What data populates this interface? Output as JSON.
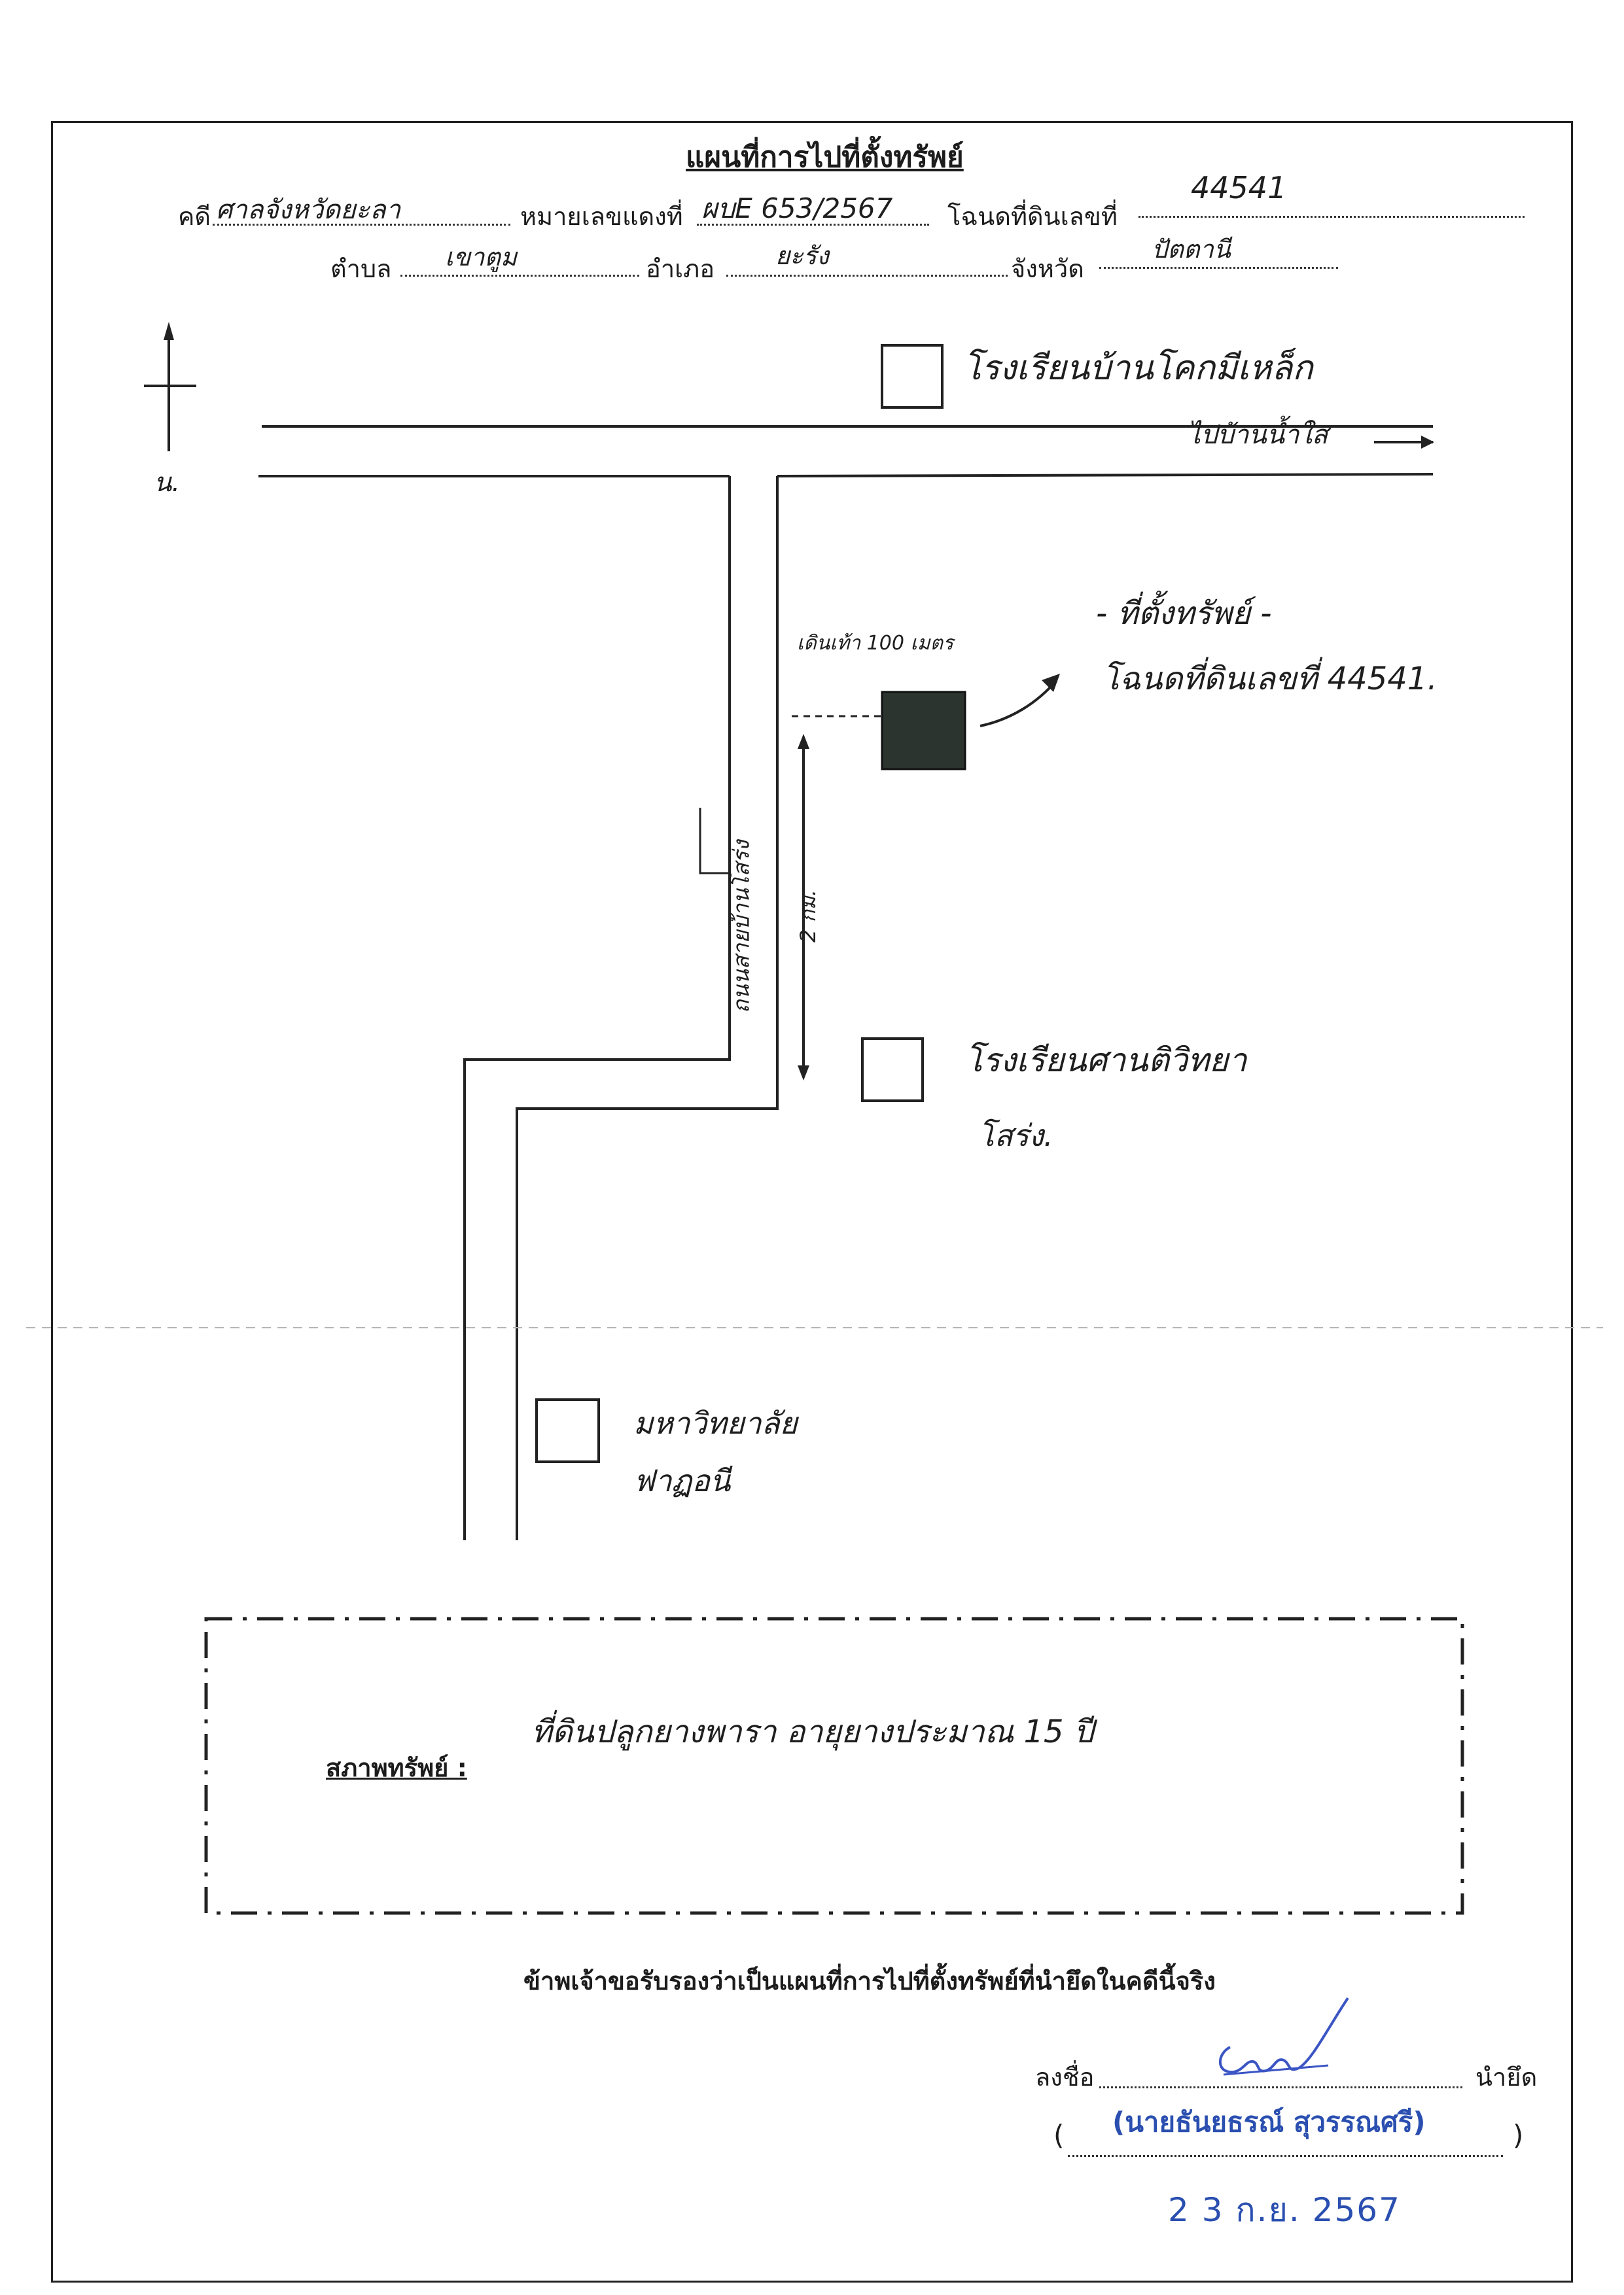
{
  "header": {
    "title": "แผนที่การไปที่ตั้งทรัพย์",
    "case_label": "คดี",
    "case_value": "ศาลจังหวัดยะลา",
    "redno_label": "หมายเลขแดงที่",
    "redno_value": "ผบE 653/2567",
    "deed_label": "โฉนดที่ดินเลขที่",
    "deed_value": "44541",
    "tambon_label": "ตำบล",
    "tambon_value": "เขาตูม",
    "amphoe_label": "อำเภอ",
    "amphoe_value": "ยะรัง",
    "province_label": "จังหวัด",
    "province_value": "ปัตตานี"
  },
  "map": {
    "north_label": "น.",
    "school_top": "โรงเรียนบ้านโคกมีเหล็ก",
    "road_direction": "ไปบ้านน้ำใส",
    "walk_distance": "เดินเท้า 100 เมตร",
    "property_label": "- ที่ตั้งทรัพย์ -",
    "property_deed": "โฉนดที่ดินเลขที่ 44541.",
    "road_name": "ถนนสายบ้านโสร่ง",
    "distance_km": "2 กม.",
    "school_mid_line1": "โรงเรียนศานติวิทยา",
    "school_mid_line2": "โสร่ง.",
    "university_line1": "มหาวิทยาลัย",
    "university_line2": "ฟาฏอนี"
  },
  "condition": {
    "label": "สภาพทรัพย์ :",
    "value": "ที่ดินปลูกยางพารา อายุยางประมาณ 15 ปี"
  },
  "certification": {
    "statement": "ข้าพเจ้าขอรับรองว่าเป็นแผนที่การไปที่ตั้งทรัพย์ที่นำยึดในคดีนี้จริง",
    "sign_label": "ลงชื่อ",
    "role": "นำยึด",
    "name": "(นายธันยธรณ์ สุวรรณศรี)",
    "paren_open": "(",
    "paren_close": ")",
    "date": "2 3 ก.ย. 2567"
  }
}
